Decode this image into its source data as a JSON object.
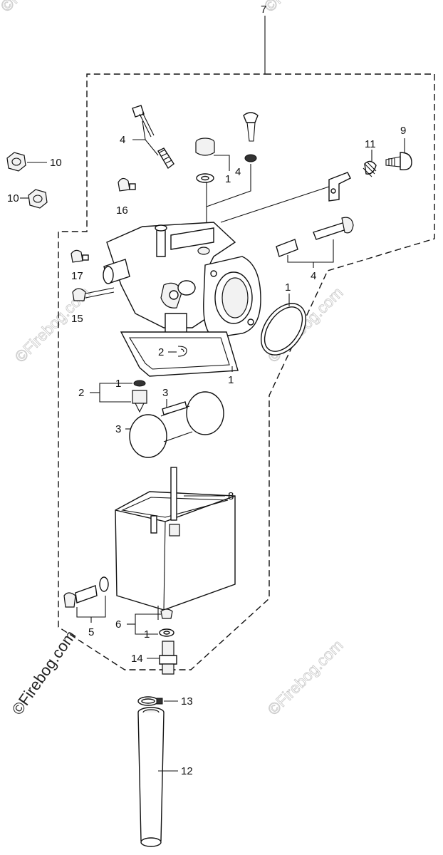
{
  "callouts": {
    "c7": "7",
    "c4_top": "4",
    "c1_top": "1",
    "c4_mid": "4",
    "c11": "11",
    "c9": "9",
    "c10_a": "10",
    "c10_b": "10",
    "c16": "16",
    "c17": "17",
    "c15": "15",
    "c4_right": "4",
    "c1_ring": "1",
    "c2_clip": "2",
    "c1_gasket": "1",
    "c2_valve": "2",
    "c1_valve": "1",
    "c3_pin": "3",
    "c3_float": "3",
    "c8": "8",
    "c5": "5",
    "c6": "6",
    "c1_drain": "1",
    "c14": "14",
    "c13": "13",
    "c12": "12"
  },
  "watermark": {
    "text": "©Firebog.com"
  }
}
